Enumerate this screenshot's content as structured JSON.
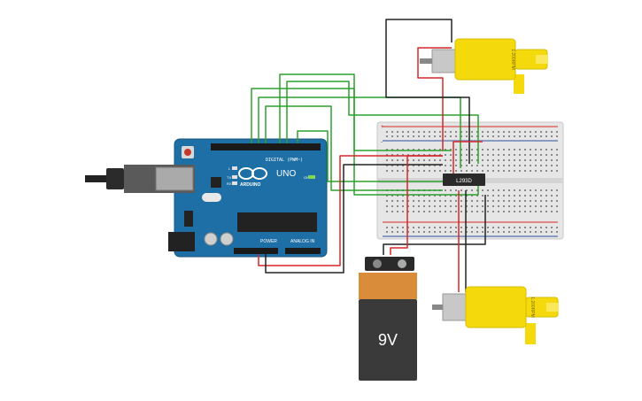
{
  "colors": {
    "arduino_board": "#1e6fa5",
    "breadboard": "#e8e8e8",
    "motor_yellow": "#f4d90d",
    "battery_orange": "#d98c3a",
    "battery_body": "#3a3a3a",
    "wire_green": "#2ca02c",
    "wire_red": "#d62728",
    "wire_black": "#222222"
  },
  "arduino": {
    "logo_text": "ARDUINO",
    "model": "UNO",
    "digital_label": "DIGITAL (PWM~)",
    "power_label": "POWER",
    "analog_label": "ANALOG IN",
    "on_label": "ON",
    "tx_label": "TX",
    "rx_label": "RX",
    "l_label": "L"
  },
  "ic": {
    "label": "L293D"
  },
  "battery": {
    "label": "9V"
  },
  "motors": [
    {
      "id": "top",
      "rpm_label": "1:200RPM"
    },
    {
      "id": "bottom",
      "rpm_label": "1:200RPM"
    }
  ],
  "breadboard": {
    "plus": "+",
    "minus": "-"
  }
}
